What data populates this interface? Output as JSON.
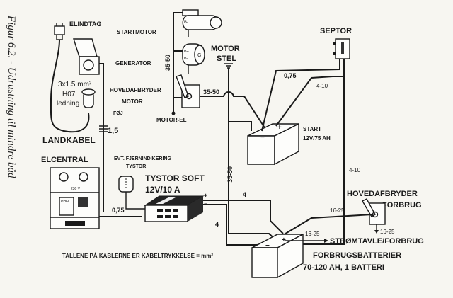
{
  "caption": "Figur 6.2. - Udrustning til mindre båd",
  "labels": {
    "elindtag": "ELINDTAG",
    "startmotor": "STARTMOTOR",
    "generator": "GENERATOR",
    "hovedafbryder_motor_1": "HOVEDAFBRYDER",
    "hovedafbryder_motor_2": "MOTOR",
    "foj": "FØJ",
    "landkabel": "LANDKABEL",
    "cable_spec_1": "3x1.5 mm²",
    "cable_spec_2": "H07",
    "cable_spec_3": "ledning",
    "motor_stel_1": "MOTOR",
    "motor_stel_2": "STEL",
    "motor_el": "MOTOR-EL",
    "septor": "SEPTOR",
    "start_battery_1": "START",
    "start_battery_2": "12V/75 AH",
    "elcentral": "ELCENTRAL",
    "elcentral_voltage": "230 V",
    "elcentral_breaker": "PHFI",
    "fjernindikering_1": "EVT. FJERNINDIKERING",
    "fjernindikering_2": "TYSTOR",
    "tystor_1": "TYSTOR SOFT",
    "tystor_2": "12V/10 A",
    "hovedafbryder_forbrug_1": "HOVEDAFBRYDER",
    "hovedafbryder_forbrug_2": "FORBRUG",
    "stromtavle": "STRØMTAVLE/FORBRUG",
    "forbrugsbatterier_1": "FORBRUGSBATTERIER",
    "forbrugsbatterier_2": "70-120 AH, 1 BATTERI",
    "footnote": "TALLENE PÅ KABLERNE ER KABELTRYKKELSE = mm²",
    "starter_terminal": "B-",
    "generator_terminal_1": "B+",
    "generator_terminal_2": "B-",
    "generator_symbol": "G"
  },
  "cable_sizes": {
    "land_cable": "1,5",
    "motor_vertical": "35-50",
    "switch_to_battery": "35-50",
    "septor_ground": "0,75",
    "septor_supply": "4-10",
    "ground_vertical": "35-50",
    "septor_down": "4-10",
    "tystor_plus": "4",
    "tystor_minus": "4",
    "elcentral_tystor": "0,75",
    "forbrug_switch_in": "16-25",
    "forbrug_switch_out": "16-25",
    "battery_out": "16-25"
  },
  "polarity": {
    "plus": "+",
    "minus": "−"
  }
}
